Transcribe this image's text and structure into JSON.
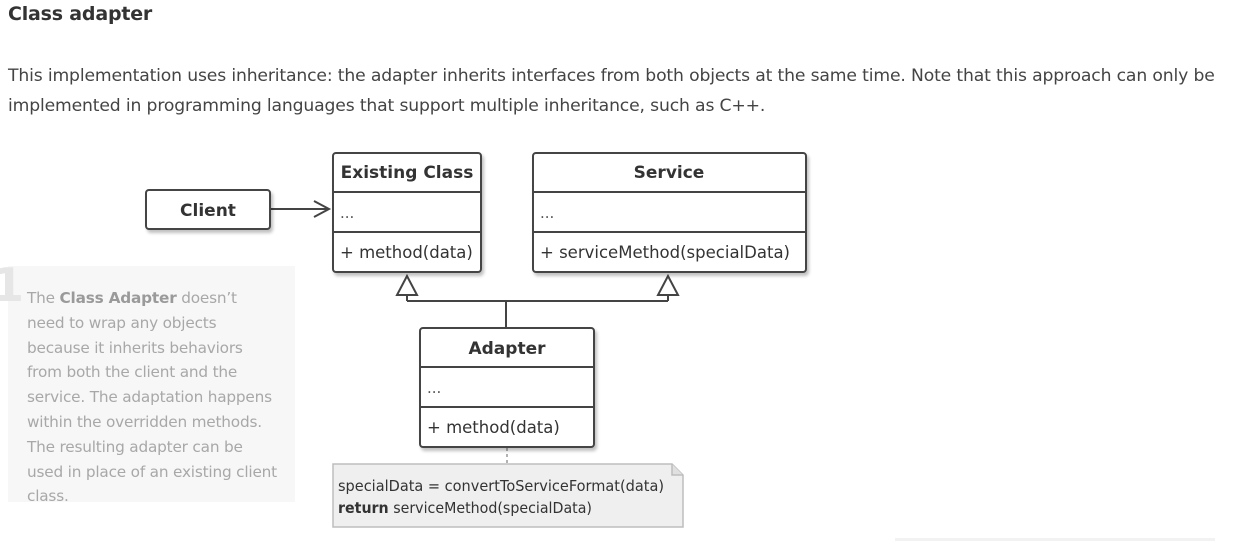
{
  "section": {
    "title": "Class adapter",
    "intro": "This implementation uses inheritance: the adapter inherits interfaces from both objects at the same time. Note that this approach can only be implemented in programming languages that support multiple inheritance, such as C++."
  },
  "note": {
    "number": "1",
    "text_before": "The ",
    "text_bold": "Class Adapter",
    "text_after": " doesn’t need to wrap any objects because it inherits behaviors from both the client and the service. The adaptation happens within the overridden methods. The resulting adapter can be used in place of an existing client class."
  },
  "diagram": {
    "client": {
      "label": "Client"
    },
    "existing_class": {
      "title": "Existing Class",
      "fields": "...",
      "method": "+ method(data)"
    },
    "service": {
      "title": "Service",
      "fields": "...",
      "method": "+ serviceMethod(specialData)"
    },
    "adapter": {
      "title": "Adapter",
      "fields": "...",
      "method": "+ method(data)"
    },
    "code_note": {
      "line1": "specialData = convertToServiceFormat(data)",
      "line2_keyword": "return",
      "line2_rest": " serviceMethod(specialData)"
    }
  }
}
